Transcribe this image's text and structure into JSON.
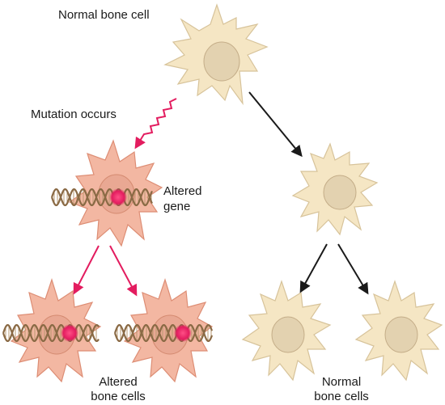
{
  "labels": {
    "normal_bone_cell": "Normal bone cell",
    "mutation_occurs": "Mutation occurs",
    "altered_gene_line1": "Altered",
    "altered_gene_line2": "gene",
    "altered_cells_line1": "Altered",
    "altered_cells_line2": "bone cells",
    "normal_cells_line1": "Normal",
    "normal_cells_line2": "bone cells"
  },
  "colors": {
    "normal_cell_fill": "#f5e6c4",
    "normal_cell_stroke": "#d7c39a",
    "normal_nucleus": "#e3d2b0",
    "altered_cell_fill": "#f3b7a2",
    "altered_cell_stroke": "#dd8d74",
    "altered_nucleus": "#e9a893",
    "mutation_color": "#e31c5f",
    "dna_strand": "#8a6a45",
    "dna_rung": "#b89a70",
    "normal_arrow": "#1a1a1a"
  }
}
